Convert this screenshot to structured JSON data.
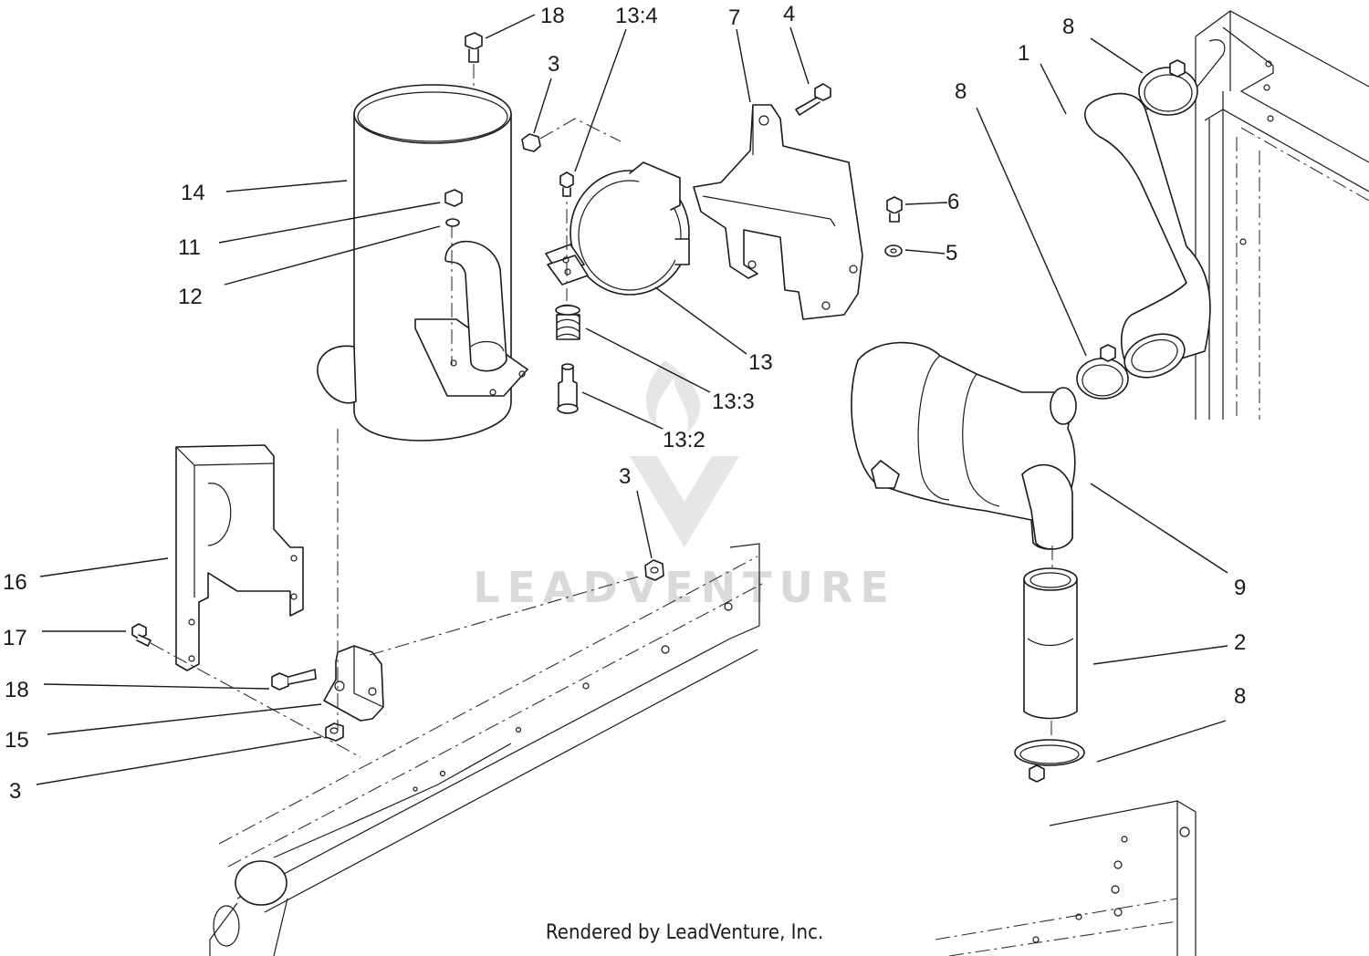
{
  "callouts": [
    {
      "id": "c-18-top",
      "text": "18"
    },
    {
      "id": "c-13-4",
      "text": "13:4"
    },
    {
      "id": "c-7",
      "text": "7"
    },
    {
      "id": "c-4",
      "text": "4"
    },
    {
      "id": "c-3-top",
      "text": "3"
    },
    {
      "id": "c-8-top",
      "text": "8"
    },
    {
      "id": "c-1",
      "text": "1"
    },
    {
      "id": "c-8-mid",
      "text": "8"
    },
    {
      "id": "c-14",
      "text": "14"
    },
    {
      "id": "c-6",
      "text": "6"
    },
    {
      "id": "c-11",
      "text": "11"
    },
    {
      "id": "c-5",
      "text": "5"
    },
    {
      "id": "c-12",
      "text": "12"
    },
    {
      "id": "c-13",
      "text": "13"
    },
    {
      "id": "c-13-3",
      "text": "13:3"
    },
    {
      "id": "c-13-2",
      "text": "13:2"
    },
    {
      "id": "c-3-mid",
      "text": "3"
    },
    {
      "id": "c-16",
      "text": "16"
    },
    {
      "id": "c-9",
      "text": "9"
    },
    {
      "id": "c-17",
      "text": "17"
    },
    {
      "id": "c-2",
      "text": "2"
    },
    {
      "id": "c-18-bot",
      "text": "18"
    },
    {
      "id": "c-8-bot",
      "text": "8"
    },
    {
      "id": "c-15",
      "text": "15"
    },
    {
      "id": "c-3-bot",
      "text": "3"
    }
  ],
  "watermark": {
    "text": "LEADVENTURE"
  },
  "footer": {
    "text": "Rendered by LeadVenture, Inc."
  }
}
